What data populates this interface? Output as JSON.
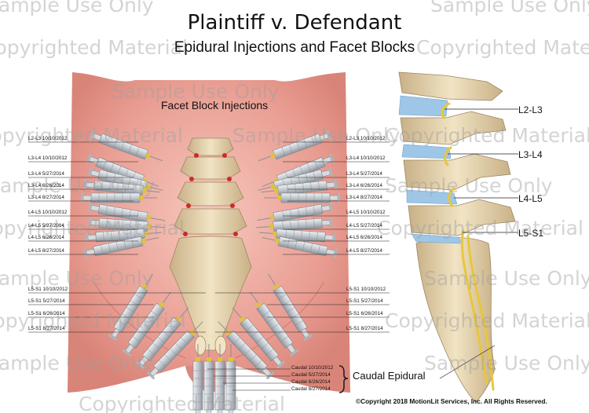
{
  "title": "Plaintiff v. Defendant",
  "subtitle": "Epidural Injections and Facet Blocks",
  "facet_heading": "Facet Block Injections",
  "watermark": {
    "sample": "Sample Use Only",
    "copyright": "Copyrighted Material"
  },
  "left_labels": [
    "L2-L3 10/10/2012",
    "L3-L4 10/10/2012",
    "L3-L4 5/27/2014",
    "L3-L4 6/26/2014",
    "L3-L4 8/27/2014",
    "L4-L5 10/10/2012",
    "L4-L5 5/27/2014",
    "L4-L5 6/26/2014",
    "L4-L5 8/27/2014",
    "L5-S1 10/10/2012",
    "L5-S1 5/27/2014",
    "L5-S1 6/26/2014",
    "L5-S1 8/27/2014"
  ],
  "right_labels": [
    "L2-L3 10/10/2012",
    "L3-L4 10/10/2012",
    "L3-L4 5/27/2014",
    "L3-L4 6/26/2014",
    "L3-L4 8/27/2014",
    "L4-L5 10/10/2012",
    "L4-L5 5/27/2014",
    "L4-L5 6/26/2014",
    "L4-L5 8/27/2014",
    "L5-S1 10/10/2012",
    "L5-S1 5/27/2014",
    "L5-S1 6/26/2014",
    "L5-S1 8/27/2014"
  ],
  "levels": [
    "L2-L3",
    "L3-L4",
    "L4-L5",
    "L5-S1"
  ],
  "caudal_labels": [
    "Caudal 10/10/2012",
    "Caudal 5/27/2014",
    "Caudal 6/26/2014",
    "Caudal 8/27/2014"
  ],
  "caudal_title": "Caudal Epidural",
  "copyright": "©Copyright 2018  MotionLit  Services, Inc.  All  Rights  Reserved.",
  "colors": {
    "skin": "#e9a49a",
    "bone": "#ead9b4",
    "disc": "#9ec6e6",
    "nerve": "#e8c73a",
    "syringe": "#c9ced4"
  }
}
